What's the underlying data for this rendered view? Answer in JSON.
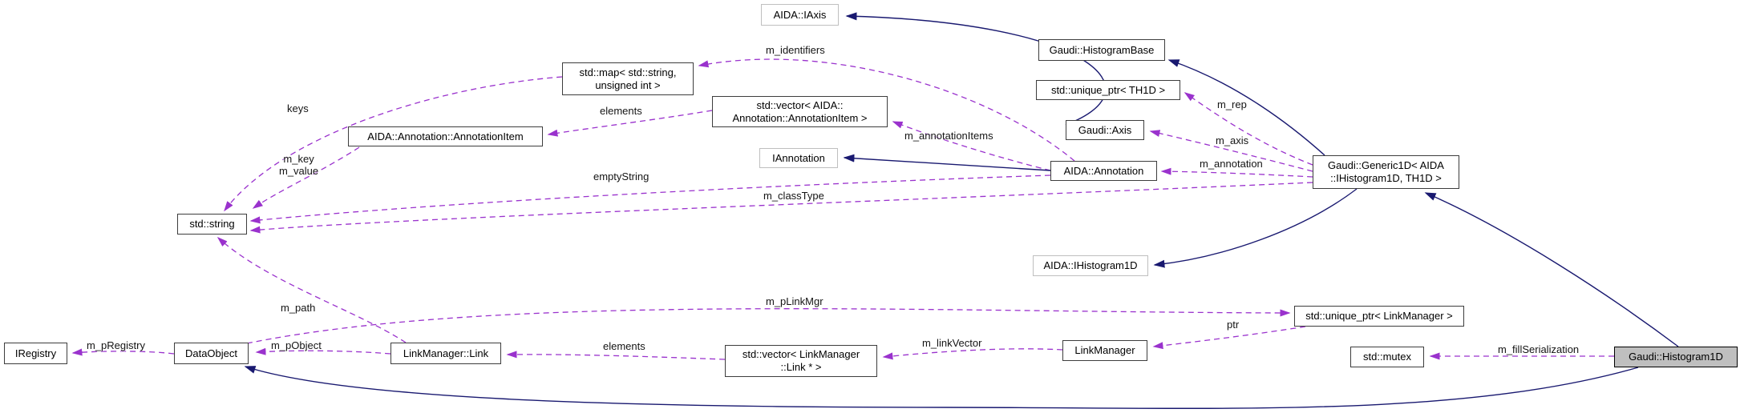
{
  "diagram": {
    "kind": "collaboration-graph",
    "focus_class": "Gaudi::Histogram1D",
    "colors": {
      "member_edge": "#9a32cd",
      "inheritance_edge": "#191970",
      "node_border": "#3d3d3d",
      "external_node_border": "#bfbfbf",
      "focus_node_fill": "#bfbfbf",
      "background": "#ffffff"
    },
    "nodes": [
      {
        "id": "aida-iaxis",
        "label": "AIDA::IAxis",
        "kind": "external"
      },
      {
        "id": "gaudi-histogrambase",
        "label": "Gaudi::HistogramBase",
        "kind": "class"
      },
      {
        "id": "unique-ptr-th1d",
        "label": "std::unique_ptr< TH1D >",
        "kind": "class"
      },
      {
        "id": "gaudi-axis",
        "label": "Gaudi::Axis",
        "kind": "class"
      },
      {
        "id": "aida-annotation",
        "label": "AIDA::Annotation",
        "kind": "class"
      },
      {
        "id": "gaudi-generic1d",
        "label": "Gaudi::Generic1D< AIDA\n::IHistogram1D, TH1D >",
        "kind": "class"
      },
      {
        "id": "std-map",
        "label": "std::map< std::string,\nunsigned int >",
        "kind": "class"
      },
      {
        "id": "std-vector-annotationitem",
        "label": "std::vector< AIDA::\nAnnotation::AnnotationItem >",
        "kind": "class"
      },
      {
        "id": "annotationitem",
        "label": "AIDA::Annotation::AnnotationItem",
        "kind": "class"
      },
      {
        "id": "iannotation",
        "label": "IAnnotation",
        "kind": "external"
      },
      {
        "id": "std-string",
        "label": "std::string",
        "kind": "class"
      },
      {
        "id": "aida-ihistogram1d",
        "label": "AIDA::IHistogram1D",
        "kind": "external"
      },
      {
        "id": "iregistry",
        "label": "IRegistry",
        "kind": "class"
      },
      {
        "id": "dataobject",
        "label": "DataObject",
        "kind": "class"
      },
      {
        "id": "linkmanager-link",
        "label": "LinkManager::Link",
        "kind": "class"
      },
      {
        "id": "std-vector-link",
        "label": "std::vector< LinkManager\n::Link * >",
        "kind": "class"
      },
      {
        "id": "linkmanager",
        "label": "LinkManager",
        "kind": "class"
      },
      {
        "id": "unique-ptr-linkmanager",
        "label": "std::unique_ptr< LinkManager >",
        "kind": "class"
      },
      {
        "id": "std-mutex",
        "label": "std::mutex",
        "kind": "class"
      },
      {
        "id": "gaudi-histogram1d",
        "label": "Gaudi::Histogram1D",
        "kind": "focus"
      }
    ],
    "edges": [
      {
        "label": "m_identifiers",
        "from": "aida-annotation",
        "to": "std-map",
        "style": "dashed"
      },
      {
        "label": "keys",
        "from": "std-map",
        "to": "std-string",
        "style": "dashed"
      },
      {
        "label": "elements",
        "from": "std-vector-annotationitem",
        "to": "annotationitem",
        "style": "dashed"
      },
      {
        "label": "m_key\nm_value",
        "from": "annotationitem",
        "to": "std-string",
        "style": "dashed"
      },
      {
        "label": "m_annotationItems",
        "from": "aida-annotation",
        "to": "std-vector-annotationitem",
        "style": "dashed"
      },
      {
        "label": "emptyString",
        "from": "aida-annotation",
        "to": "std-string",
        "style": "dashed"
      },
      {
        "label": "m_classType",
        "from": "gaudi-generic1d",
        "to": "std-string",
        "style": "dashed"
      },
      {
        "label": "m_rep",
        "from": "gaudi-generic1d",
        "to": "unique-ptr-th1d",
        "style": "dashed"
      },
      {
        "label": "m_axis",
        "from": "gaudi-generic1d",
        "to": "gaudi-axis",
        "style": "dashed"
      },
      {
        "label": "m_annotation",
        "from": "gaudi-generic1d",
        "to": "aida-annotation",
        "style": "dashed"
      },
      {
        "label": "m_path",
        "from": "linkmanager-link",
        "to": "std-string",
        "style": "dashed"
      },
      {
        "label": "m_pLinkMgr",
        "from": "dataobject",
        "to": "unique-ptr-linkmanager",
        "style": "dashed"
      },
      {
        "label": "m_pRegistry",
        "from": "dataobject",
        "to": "iregistry",
        "style": "dashed"
      },
      {
        "label": "m_pObject",
        "from": "linkmanager-link",
        "to": "dataobject",
        "style": "dashed"
      },
      {
        "label": "elements",
        "from": "std-vector-link",
        "to": "linkmanager-link",
        "style": "dashed"
      },
      {
        "label": "m_linkVector",
        "from": "linkmanager",
        "to": "std-vector-link",
        "style": "dashed"
      },
      {
        "label": "ptr",
        "from": "unique-ptr-linkmanager",
        "to": "linkmanager",
        "style": "dashed"
      },
      {
        "label": "m_fillSerialization",
        "from": "gaudi-histogram1d",
        "to": "std-mutex",
        "style": "dashed"
      },
      {
        "label": "",
        "from": "gaudi-axis",
        "to": "aida-iaxis",
        "style": "solid"
      },
      {
        "label": "",
        "from": "aida-annotation",
        "to": "iannotation",
        "style": "solid"
      },
      {
        "label": "",
        "from": "gaudi-generic1d",
        "to": "gaudi-histogrambase",
        "style": "solid"
      },
      {
        "label": "",
        "from": "gaudi-generic1d",
        "to": "aida-ihistogram1d",
        "style": "solid"
      },
      {
        "label": "",
        "from": "gaudi-histogram1d",
        "to": "gaudi-generic1d",
        "style": "solid"
      },
      {
        "label": "",
        "from": "gaudi-histogram1d",
        "to": "dataobject",
        "style": "solid"
      }
    ]
  }
}
